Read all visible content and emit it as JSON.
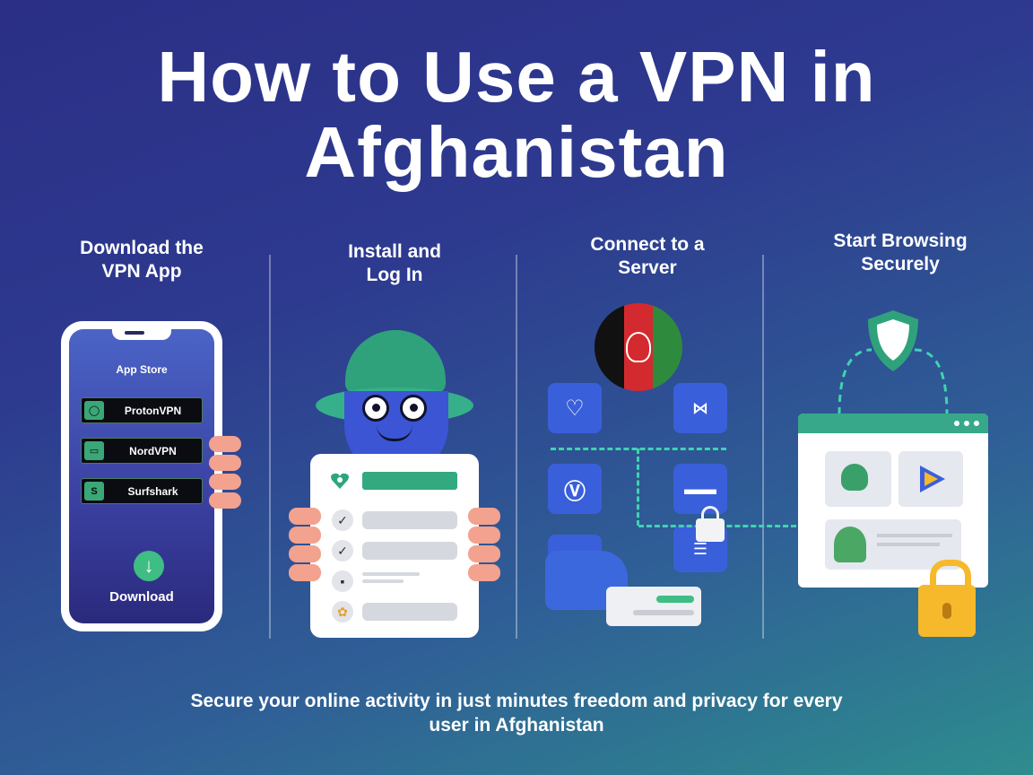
{
  "title": {
    "line1": "How to Use a VPN in",
    "line2": "Afghanistan"
  },
  "steps": [
    {
      "line1": "Download the",
      "line2": "VPN App"
    },
    {
      "line1": "Install and",
      "line2": "Log In"
    },
    {
      "line1": "Connect to a",
      "line2": "Server"
    },
    {
      "line1": "Start Browsing",
      "line2": "Securely"
    }
  ],
  "phone": {
    "store_label": "App Store",
    "apps": [
      "ProtonVPN",
      "NordVPN",
      "Surfshark"
    ],
    "download_label": "Download"
  },
  "footer": {
    "line1": "Secure your online activity in just minutes  freedom and privacy for every",
    "line2": "user in Afghanistan"
  },
  "colors": {
    "accent_green": "#3ebd84",
    "accent_teal": "#3fd3b0",
    "accent_blue": "#3a5fdb",
    "lock_yellow": "#f6b92b",
    "flag_black": "#111111",
    "flag_red": "#d32a2f",
    "flag_green": "#2e8b3e"
  },
  "icons": [
    "shield-icon",
    "padlock-icon",
    "download-icon",
    "afghanistan-flag-icon",
    "vpn-server-icon"
  ]
}
